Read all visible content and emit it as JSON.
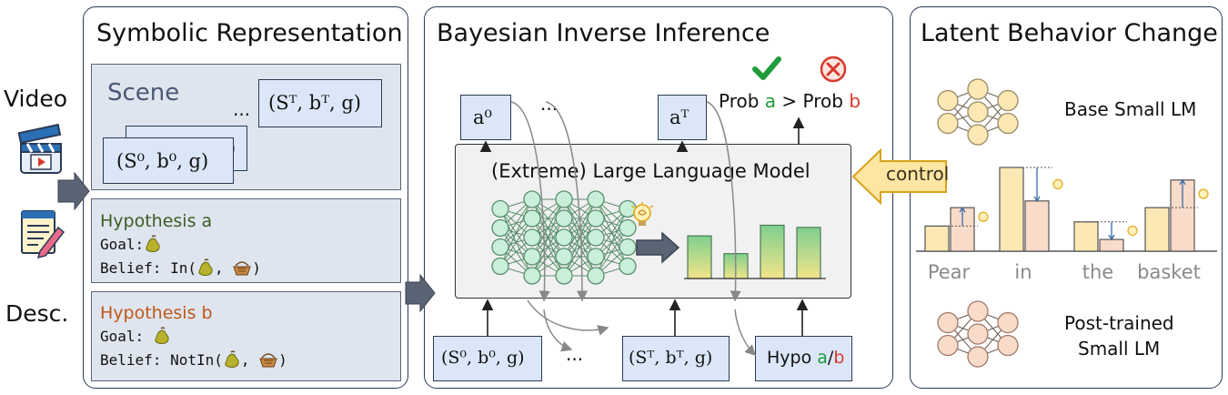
{
  "inputs": {
    "video_label": "Video",
    "desc_label": "Desc."
  },
  "symbolic": {
    "title": "Symbolic Representation",
    "scene_label": "Scene",
    "ellipsis": "...",
    "state_T": "(Sᵀ, bᵀ, g)",
    "state_0": "(S⁰, b⁰, g)",
    "back_paren": ")",
    "hyp_a": {
      "title": "Hypothesis a",
      "goal": "Goal:",
      "belief_prefix": "Belief: In(",
      "belief_sep": ",",
      "belief_suffix": ")",
      "color": "#3a5d23"
    },
    "hyp_b": {
      "title": "Hypothesis b",
      "goal": "Goal: ",
      "belief_prefix": "Belief: NotIn(",
      "belief_sep": ",",
      "belief_suffix": ")",
      "color": "#c0571a"
    }
  },
  "bayesian": {
    "title": "Bayesian Inverse Inference",
    "action_0": "a⁰",
    "action_T": "aᵀ",
    "ellipsis": "...",
    "prob_a": "Prob",
    "prob_a_letter": "a",
    "prob_cmp": ">",
    "prob_b": "Prob",
    "prob_b_letter": "b",
    "model_title": "(Extreme) Large Language Model",
    "in_state_0": "(S⁰, b⁰, g)",
    "in_state_T": "(Sᵀ, bᵀ, g)",
    "hypo_prefix": "Hypo",
    "hypo_a": "a",
    "hypo_slash": "/",
    "hypo_b": "b",
    "bar_values": [
      0.6,
      0.35,
      0.75,
      0.72
    ],
    "colors": {
      "green": "#1e9b3a",
      "red": "#d8392b"
    }
  },
  "control_label": "control",
  "latent": {
    "title": "Latent Behavior Change",
    "base_label": "Base Small LM",
    "post_label_1": "Post-trained",
    "post_label_2": "Small LM",
    "categories": [
      "Pear",
      "in",
      "the",
      "basket"
    ],
    "base_values": [
      0.3,
      1.0,
      0.35,
      0.52
    ],
    "post_values": [
      0.52,
      0.6,
      0.14,
      0.85
    ],
    "colors": {
      "base": "#fbe8b4",
      "post": "#f9dbc9"
    }
  }
}
